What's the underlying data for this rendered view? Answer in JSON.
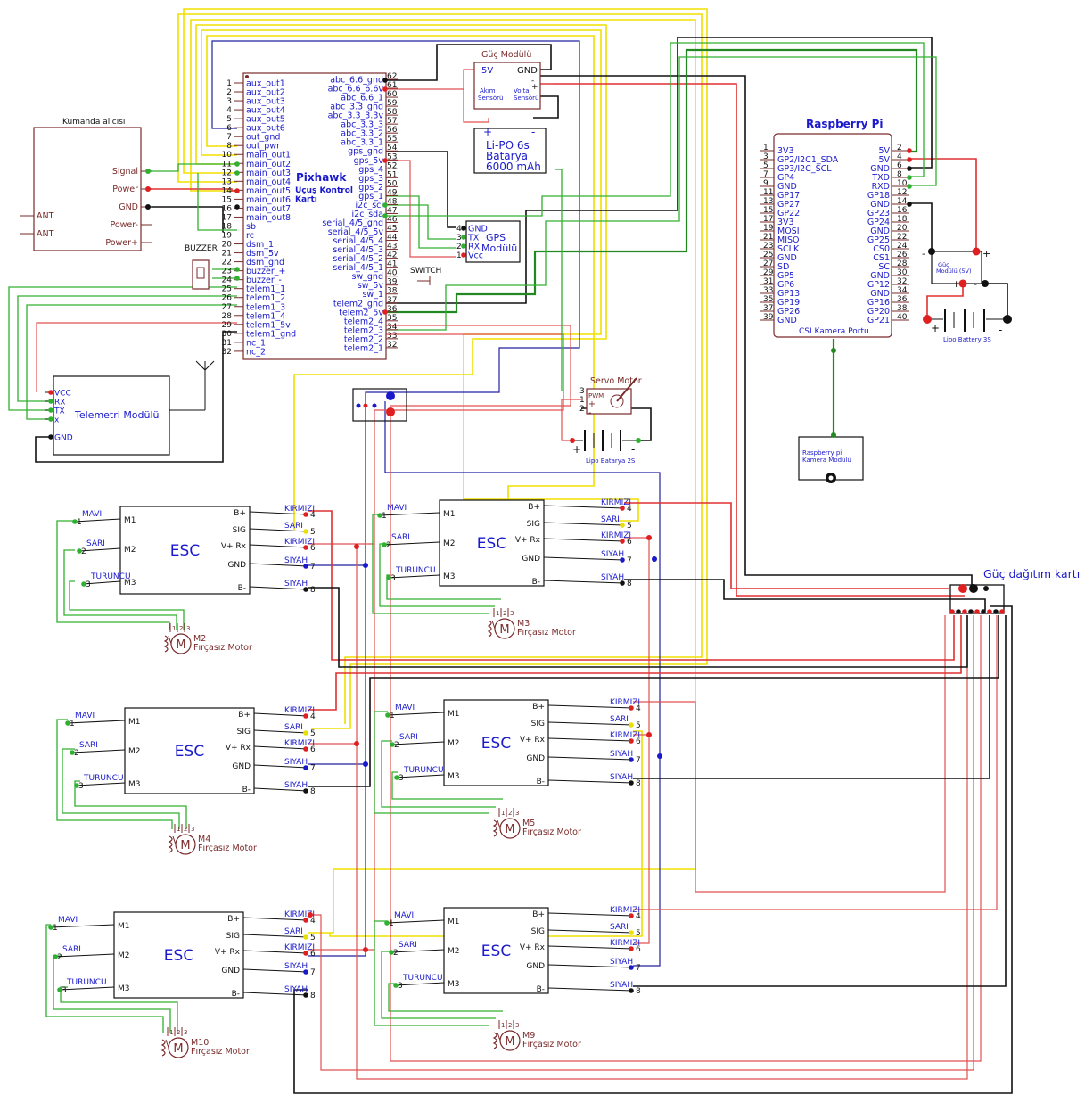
{
  "diagram_title": "",
  "pixhawk": {
    "title": "Pixhawk",
    "subtitle": "Uçuş Kontrol Kartı",
    "left_pins": [
      {
        "num": "1",
        "label": "aux_out1"
      },
      {
        "num": "2",
        "label": "aux_out2"
      },
      {
        "num": "3",
        "label": "aux_out3"
      },
      {
        "num": "4",
        "label": "aux_out4"
      },
      {
        "num": "5",
        "label": "aux_out5"
      },
      {
        "num": "6",
        "label": "aux_out6"
      },
      {
        "num": "7",
        "label": "out_gnd"
      },
      {
        "num": "8",
        "label": "out_pwr"
      },
      {
        "num": "10",
        "label": "main_out1"
      },
      {
        "num": "11",
        "label": "main_out2"
      },
      {
        "num": "12",
        "label": "main_out3"
      },
      {
        "num": "13",
        "label": "main_out4"
      },
      {
        "num": "14",
        "label": "main_out5"
      },
      {
        "num": "15",
        "label": "main_out6"
      },
      {
        "num": "16",
        "label": "main_out7"
      },
      {
        "num": "17",
        "label": "main_out8"
      },
      {
        "num": "18",
        "label": "sb"
      },
      {
        "num": "19",
        "label": "rc"
      },
      {
        "num": "20",
        "label": "dsm_1"
      },
      {
        "num": "21",
        "label": "dsm_5v"
      },
      {
        "num": "22",
        "label": "dsm_gnd"
      },
      {
        "num": "23",
        "label": "buzzer_+"
      },
      {
        "num": "24",
        "label": "buzzer_-"
      },
      {
        "num": "25",
        "label": "telem1_1"
      },
      {
        "num": "26",
        "label": "telem1_2"
      },
      {
        "num": "27",
        "label": "telem1_3"
      },
      {
        "num": "28",
        "label": "telem1_4"
      },
      {
        "num": "29",
        "label": "telem1_5v"
      },
      {
        "num": "30",
        "label": "telem1_gnd"
      },
      {
        "num": "31",
        "label": "nc_1"
      },
      {
        "num": "32",
        "label": "nc_2"
      }
    ],
    "right_pins": [
      {
        "num": "62",
        "label": "abc_6.6_gnd"
      },
      {
        "num": "61",
        "label": "abc_6.6_6.6v"
      },
      {
        "num": "60",
        "label": "abc_6.6_1"
      },
      {
        "num": "59",
        "label": "abc_3.3_gnd"
      },
      {
        "num": "58",
        "label": "abc_3.3_3.3v"
      },
      {
        "num": "57",
        "label": "abc_3.3_3"
      },
      {
        "num": "56",
        "label": "abc_3.3_2"
      },
      {
        "num": "55",
        "label": "abc_3.3_1"
      },
      {
        "num": "54",
        "label": "gps_gnd"
      },
      {
        "num": "53",
        "label": "gps_5v"
      },
      {
        "num": "52",
        "label": "gps_4"
      },
      {
        "num": "51",
        "label": "gps_3"
      },
      {
        "num": "50",
        "label": "gps_2"
      },
      {
        "num": "49",
        "label": "gps_1"
      },
      {
        "num": "48",
        "label": "i2c_scl"
      },
      {
        "num": "47",
        "label": "i2c_sda"
      },
      {
        "num": "46",
        "label": "serial_4/5_gnd"
      },
      {
        "num": "45",
        "label": "serial_4/5_5v"
      },
      {
        "num": "44",
        "label": "serial_4/5_4"
      },
      {
        "num": "43",
        "label": "serial_4/5_3"
      },
      {
        "num": "42",
        "label": "serial_4/5_2"
      },
      {
        "num": "41",
        "label": "serial_4/5_1"
      },
      {
        "num": "40",
        "label": "sw_gnd"
      },
      {
        "num": "39",
        "label": "sw_5v"
      },
      {
        "num": "38",
        "label": "sw_1"
      },
      {
        "num": "37",
        "label": "telem2_gnd"
      },
      {
        "num": "36",
        "label": "telem2_5v"
      },
      {
        "num": "35",
        "label": "telem2_4"
      },
      {
        "num": "34",
        "label": "telem2_3"
      },
      {
        "num": "33",
        "label": "telem2_2"
      },
      {
        "num": "32",
        "label": "telem2_1"
      }
    ]
  },
  "kumanda": {
    "title": "Kumanda alıcısı",
    "left": [
      "ANT",
      "ANT"
    ],
    "right": [
      "Signal",
      "Power",
      "GND",
      "Power-",
      "Power+"
    ]
  },
  "buzzer": {
    "title": "BUZZER"
  },
  "telemetri": {
    "title": "Telemetri Modülü",
    "pins": [
      "VCC",
      "RX",
      "TX",
      "x",
      "GND"
    ]
  },
  "guc_modulu": {
    "title": "Güç Modülü",
    "v5": "5V",
    "gnd": "GND",
    "akim": "Akım\nSensörü",
    "voltaj": "Voltaj\nSensörü",
    "plus": "+",
    "minus": "-"
  },
  "lipo6s": {
    "line1": "Li-PO 6s",
    "line2": "Batarya",
    "line3": "6000 mAh",
    "plus": "+",
    "minus": "-"
  },
  "gps": {
    "title1": "GPS",
    "title2": "Modülü",
    "pins": [
      {
        "num": "4",
        "label": "GND"
      },
      {
        "num": "3",
        "label": "TX"
      },
      {
        "num": "2",
        "label": "RX"
      },
      {
        "num": "1",
        "label": "Vcc"
      }
    ]
  },
  "switch": {
    "title": "SWITCH"
  },
  "servo": {
    "title": "Servo Motor",
    "pwm": "PWM",
    "pins": [
      "3",
      "1",
      "2"
    ],
    "signs": [
      "+",
      "-"
    ]
  },
  "lipo2s": {
    "title": "Lipo Batarya 2S",
    "plus": "+",
    "minus": "-"
  },
  "rpi": {
    "title": "Raspberry Pi",
    "bottom": "CSI Kamera Portu",
    "left_pins": [
      {
        "num": "1",
        "label": "3V3"
      },
      {
        "num": "3",
        "label": "GP2/I2C1_SDA"
      },
      {
        "num": "5",
        "label": "GP3/I2C_SCL"
      },
      {
        "num": "7",
        "label": "GP4"
      },
      {
        "num": "9",
        "label": "GND"
      },
      {
        "num": "11",
        "label": "GP17"
      },
      {
        "num": "13",
        "label": "GP27"
      },
      {
        "num": "15",
        "label": "GP22"
      },
      {
        "num": "17",
        "label": "3V3"
      },
      {
        "num": "19",
        "label": "MOSI"
      },
      {
        "num": "21",
        "label": "MISO"
      },
      {
        "num": "23",
        "label": "SCLK"
      },
      {
        "num": "25",
        "label": "GND"
      },
      {
        "num": "27",
        "label": "SD"
      },
      {
        "num": "29",
        "label": "GP5"
      },
      {
        "num": "31",
        "label": "GP6"
      },
      {
        "num": "33",
        "label": "GP13"
      },
      {
        "num": "35",
        "label": "GP19"
      },
      {
        "num": "37",
        "label": "GP26"
      },
      {
        "num": "39",
        "label": "GND"
      }
    ],
    "right_pins": [
      {
        "num": "2",
        "label": "5V"
      },
      {
        "num": "4",
        "label": "5V"
      },
      {
        "num": "6",
        "label": "GND"
      },
      {
        "num": "8",
        "label": "TXD"
      },
      {
        "num": "10",
        "label": "RXD"
      },
      {
        "num": "12",
        "label": "GP18"
      },
      {
        "num": "14",
        "label": "GND"
      },
      {
        "num": "16",
        "label": "GP23"
      },
      {
        "num": "18",
        "label": "GP24"
      },
      {
        "num": "20",
        "label": "GND"
      },
      {
        "num": "22",
        "label": "GP25"
      },
      {
        "num": "24",
        "label": "CS0"
      },
      {
        "num": "26",
        "label": "CS1"
      },
      {
        "num": "28",
        "label": "SC"
      },
      {
        "num": "30",
        "label": "GND"
      },
      {
        "num": "32",
        "label": "GP12"
      },
      {
        "num": "34",
        "label": "GND"
      },
      {
        "num": "36",
        "label": "GP16"
      },
      {
        "num": "38",
        "label": "GP20"
      },
      {
        "num": "40",
        "label": "GP21"
      }
    ]
  },
  "guc_5v": {
    "title": "Güç\nModülü (5V)",
    "plus": "+",
    "minus": "-"
  },
  "lipo3s": {
    "title": "Lipo Battery 3S",
    "plus": "+",
    "minus": "-"
  },
  "camera": {
    "title": "Raspberry pi\nKamera Modülü"
  },
  "pdb": {
    "title": "Güç dağıtım kartı"
  },
  "esc_common": {
    "title": "ESC",
    "left_pins": [
      "M1",
      "M2",
      "M3"
    ],
    "right_pins": [
      "B+",
      "SIG",
      "V+ Rx",
      "GND",
      "B-"
    ],
    "left_wires": [
      {
        "num": "1",
        "label": "MAVI"
      },
      {
        "num": "2",
        "label": "SARI"
      },
      {
        "num": "3",
        "label": "TURUNCU"
      }
    ],
    "right_wires": [
      {
        "num": "4",
        "label": "KIRMIZI"
      },
      {
        "num": "5",
        "label": "SARI"
      },
      {
        "num": "6",
        "label": "KIRMIZI"
      },
      {
        "num": "7",
        "label": "SIYAH"
      },
      {
        "num": "8",
        "label": "SIYAH"
      }
    ],
    "motor_type": "Fırçasız Motor",
    "motor_pins": [
      "1",
      "2",
      "3"
    ]
  },
  "motors": [
    "M2",
    "M3",
    "M4",
    "M5",
    "M10",
    "M9"
  ]
}
